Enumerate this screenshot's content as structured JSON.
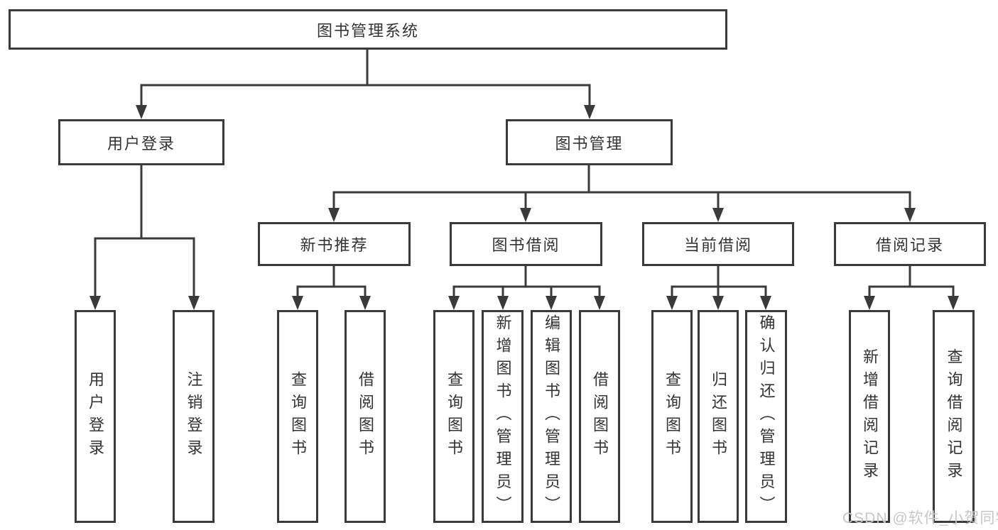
{
  "colors": {
    "line": "#3a3a3a",
    "text": "#333333",
    "node_fill": "#ffffff",
    "background": "#ffffff",
    "watermark": "#c7c7c7"
  },
  "diagram": {
    "root": {
      "label": "图书管理系统",
      "children": [
        {
          "label": "用户登录",
          "children": [
            {
              "label": "用户登录"
            },
            {
              "label": "注销登录"
            }
          ]
        },
        {
          "label": "图书管理",
          "children": [
            {
              "label": "新书推荐",
              "children": [
                {
                  "label": "查询图书"
                },
                {
                  "label": "借阅图书"
                }
              ]
            },
            {
              "label": "图书借阅",
              "children": [
                {
                  "label": "查询图书"
                },
                {
                  "label": "新增图书（管理员）"
                },
                {
                  "label": "编辑图书（管理员）"
                },
                {
                  "label": "借阅图书"
                }
              ]
            },
            {
              "label": "当前借阅",
              "children": [
                {
                  "label": "查询图书"
                },
                {
                  "label": "归还图书"
                },
                {
                  "label": "确认归还（管理员）"
                }
              ]
            },
            {
              "label": "借阅记录",
              "children": [
                {
                  "label": "新增借阅记录"
                },
                {
                  "label": "查询借阅记录"
                }
              ]
            }
          ]
        }
      ]
    },
    "watermark": "CSDN @软件_小贺同学"
  }
}
